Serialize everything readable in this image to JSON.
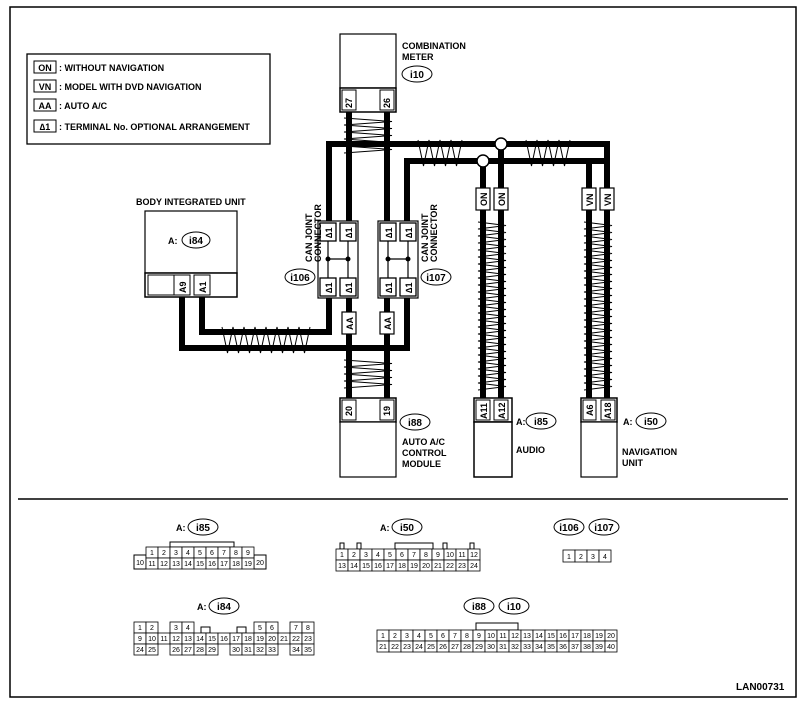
{
  "legend": {
    "items": [
      {
        "code": "ON",
        "text": ": WITHOUT NAVIGATION"
      },
      {
        "code": "VN",
        "text": ": MODEL WITH DVD NAVIGATION"
      },
      {
        "code": "AA",
        "text": ": AUTO A/C"
      },
      {
        "code": "∆1",
        "text": ": TERMINAL No. OPTIONAL ARRANGEMENT"
      }
    ]
  },
  "components": {
    "meter": {
      "name_line1": "COMBINATION",
      "name_line2": "METER",
      "ref": "i10",
      "pin_left": "27",
      "pin_right": "26"
    },
    "biu": {
      "name": "BODY INTEGRATED UNIT",
      "prefix": "A:",
      "ref": "i84",
      "pin_left": "A9",
      "pin_right": "A1"
    },
    "cj1": {
      "name_line1": "CAN JOINT",
      "name_line2": "CONNECTOR",
      "ref": "i106",
      "star": "∆1"
    },
    "cj2": {
      "name_line1": "CAN JOINT",
      "name_line2": "CONNECTOR",
      "ref": "i107",
      "star": "∆1"
    },
    "aa_tag": "AA",
    "on_tag": "ON",
    "vn_tag": "VN",
    "ac": {
      "name_line1": "AUTO A/C",
      "name_line2": "CONTROL",
      "name_line3": "MODULE",
      "ref": "i88",
      "pin_left": "20",
      "pin_right": "19"
    },
    "audio": {
      "name": "AUDIO",
      "prefix": "A:",
      "ref": "i85",
      "pin_left": "A11",
      "pin_right": "A12"
    },
    "nav": {
      "name_line1": "NAVIGATION",
      "name_line2": "UNIT",
      "prefix": "A:",
      "ref": "i50",
      "pin_left": "A6",
      "pin_right": "A18"
    }
  },
  "connectors": {
    "i85": {
      "prefix": "A:",
      "ref": "i85",
      "row1": [
        "1",
        "2",
        "3",
        "4",
        "5",
        "6",
        "7",
        "8",
        "9"
      ],
      "row2": [
        "11",
        "12",
        "13",
        "14",
        "15",
        "16",
        "17",
        "18",
        "19"
      ],
      "left": "10",
      "right": "20"
    },
    "i50": {
      "prefix": "A:",
      "ref": "i50",
      "row1": [
        "1",
        "2",
        "3",
        "4",
        "5",
        "6",
        "7",
        "8",
        "9",
        "10",
        "11",
        "12"
      ],
      "row2": [
        "13",
        "14",
        "15",
        "16",
        "17",
        "18",
        "19",
        "20",
        "21",
        "22",
        "23",
        "24"
      ]
    },
    "i106_i107": {
      "refs": [
        "i106",
        "i107"
      ],
      "row1": [
        "1",
        "2",
        "3",
        "4"
      ]
    },
    "i84": {
      "prefix": "A:",
      "ref": "i84",
      "row1": [
        "1",
        "2",
        "3",
        "4",
        "5",
        "6",
        "7",
        "8"
      ],
      "row2": [
        "9",
        "10",
        "11",
        "12",
        "13",
        "14",
        "15",
        "16",
        "17",
        "18",
        "19",
        "20",
        "21",
        "22",
        "23"
      ],
      "row3": [
        "24",
        "25",
        "26",
        "27",
        "28",
        "29",
        "30",
        "31",
        "32",
        "33",
        "34",
        "35"
      ]
    },
    "i88_i10": {
      "refs": [
        "i88",
        "i10"
      ],
      "row1": [
        "1",
        "2",
        "3",
        "4",
        "5",
        "6",
        "7",
        "8",
        "9",
        "10",
        "11",
        "12",
        "13",
        "14",
        "15",
        "16",
        "17",
        "18",
        "19",
        "20"
      ],
      "row2": [
        "21",
        "22",
        "23",
        "24",
        "25",
        "26",
        "27",
        "28",
        "29",
        "30",
        "31",
        "32",
        "33",
        "34",
        "35",
        "36",
        "37",
        "38",
        "39",
        "40"
      ]
    }
  },
  "drawing_code": "LAN00731"
}
